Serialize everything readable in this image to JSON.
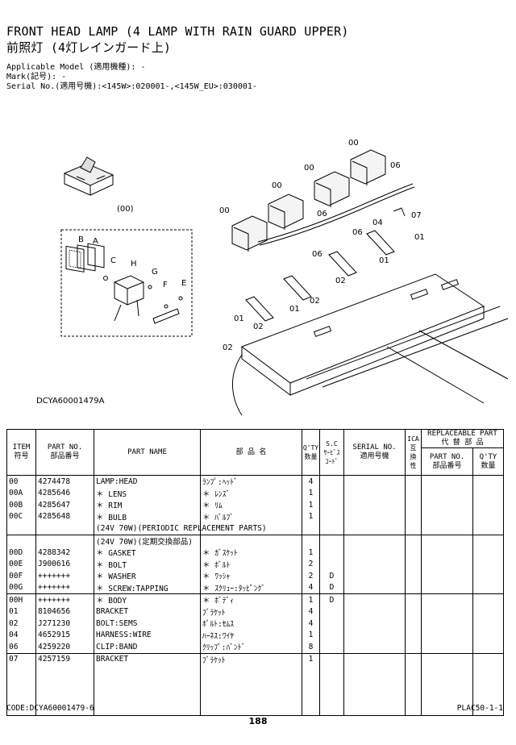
{
  "header": {
    "title_en": "FRONT HEAD LAMP (4 LAMP WITH RAIN GUARD UPPER)",
    "title_jp": "前照灯 (4灯レインガード上)",
    "applicable_model": "Applicable Model (適用機種): -",
    "mark": "Mark(記号): -",
    "serial_no": "Serial No.(適用号機):<145W>:020001-,<145W_EU>:030001-"
  },
  "diagram": {
    "code": "DCYA60001479A",
    "callouts": [
      "(00)",
      "00",
      "00",
      "00",
      "00",
      "06",
      "06",
      "06",
      "06",
      "07",
      "04",
      "01",
      "01",
      "01",
      "01",
      "02",
      "02",
      "02",
      "02",
      "A",
      "B",
      "C",
      "E",
      "F",
      "G",
      "H"
    ]
  },
  "table": {
    "headers": {
      "item": "ITEM\n符号",
      "part_no": "PART NO.\n部品番号",
      "part_name": "PART NAME",
      "jp_name": "部 品 名",
      "qty": "Q'TY\n数量",
      "sc": "S.C\nｻｰﾋﾞｽ\nｺｰﾄﾞ",
      "serial": "SERIAL NO.\n適用号機",
      "ica": "ICA\n互\n換\n性",
      "replaceable": "REPLACEABLE PART\n代 替 部 品",
      "repl_part_no": "PART NO.\n部品番号",
      "repl_qty": "Q'TY\n数量"
    },
    "rows": [
      {
        "item": "00",
        "part_no": "4274478",
        "name": "LAMP:HEAD",
        "jp": "ﾗﾝﾌﾟ:ﾍｯﾄﾞ",
        "qty": "4",
        "sc": "",
        "sep": true
      },
      {
        "item": "00A",
        "part_no": "4285646",
        "name": "＊ LENS",
        "jp": "＊ ﾚﾝｽﾞ",
        "qty": "1",
        "sc": ""
      },
      {
        "item": "00B",
        "part_no": "4285647",
        "name": "＊ RIM",
        "jp": "＊ ﾘﾑ",
        "qty": "1",
        "sc": ""
      },
      {
        "item": "00C",
        "part_no": "4285648",
        "name": "＊ BULB",
        "jp": "＊ ﾊﾞﾙﾌﾞ",
        "qty": "1",
        "sc": ""
      },
      {
        "item": "",
        "part_no": "",
        "name": "(24V 70W)(PERIODIC REPLACEMENT PARTS)",
        "jp": "",
        "qty": "",
        "sc": ""
      },
      {
        "item": "",
        "part_no": "",
        "name": "(24V 70W)(定期交換部品)",
        "jp": "",
        "qty": "",
        "sc": "",
        "sep": true
      },
      {
        "item": "00D",
        "part_no": "4288342",
        "name": "＊ GASKET",
        "jp": "＊ ｶﾞｽｹｯﾄ",
        "qty": "1",
        "sc": ""
      },
      {
        "item": "00E",
        "part_no": "J900616",
        "name": "＊ BOLT",
        "jp": "＊ ﾎﾞﾙﾄ",
        "qty": "2",
        "sc": ""
      },
      {
        "item": "00F",
        "part_no": "+++++++",
        "name": "＊ WASHER",
        "jp": "＊ ﾜｯｼｬ",
        "qty": "2",
        "sc": "D"
      },
      {
        "item": "00G",
        "part_no": "+++++++",
        "name": "＊ SCREW:TAPPING",
        "jp": "＊ ｽｸﾘｭｰ:ﾀｯﾋﾟﾝｸﾞ",
        "qty": "4",
        "sc": "D"
      },
      {
        "item": "00H",
        "part_no": "+++++++",
        "name": "＊ BODY",
        "jp": "＊ ﾎﾞﾃﾞｨ",
        "qty": "1",
        "sc": "D",
        "sep": true
      },
      {
        "item": "01",
        "part_no": "8104656",
        "name": "BRACKET",
        "jp": "ﾌﾞﾗｹｯﾄ",
        "qty": "4",
        "sc": ""
      },
      {
        "item": "02",
        "part_no": "J271230",
        "name": "BOLT:SEMS",
        "jp": "ﾎﾞﾙﾄ:ｾﾑｽ",
        "qty": "4",
        "sc": ""
      },
      {
        "item": "04",
        "part_no": "4652915",
        "name": "HARNESS:WIRE",
        "jp": "ﾊｰﾈｽ:ﾜｲﾔ",
        "qty": "1",
        "sc": ""
      },
      {
        "item": "06",
        "part_no": "4259220",
        "name": "CLIP:BAND",
        "jp": "ｸﾘｯﾌﾟ:ﾊﾞﾝﾄﾞ",
        "qty": "8",
        "sc": ""
      },
      {
        "item": "07",
        "part_no": "4257159",
        "name": "BRACKET",
        "jp": "ﾌﾞﾗｹｯﾄ",
        "qty": "1",
        "sc": "",
        "sep": true
      }
    ]
  },
  "footer": {
    "code": "CODE:DCYA60001479-6",
    "plac": "PLAC50-1-1",
    "page": "188"
  }
}
